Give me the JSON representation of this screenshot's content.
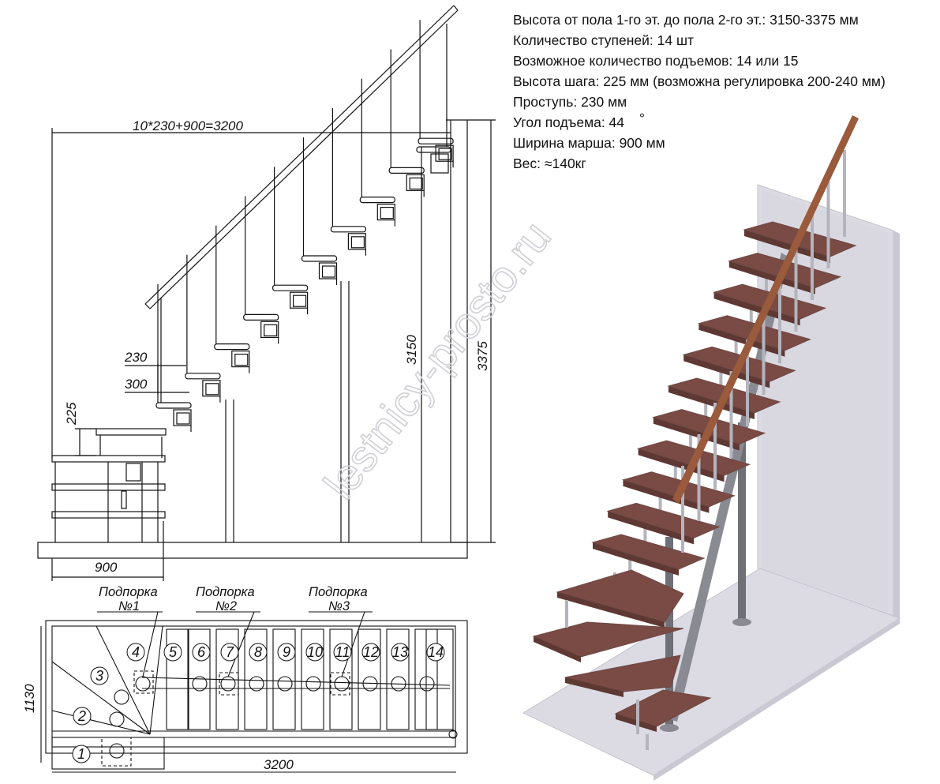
{
  "specs": {
    "height": "Высота от пола 1-го эт. до пола 2-го эт.: 3150-3375 мм",
    "steps": "Количество ступеней: 14 шт",
    "rises": "Возможное количество подъемов: 14 или 15",
    "step_height": "Высота шага: 225 мм (возможна регулировка 200-240 мм)",
    "tread": "Проступь: 230 мм",
    "angle": "Угол подъема: 44",
    "angle_degree": "°",
    "width": "Ширина марша: 900 мм",
    "weight": "Вес: ≈140кг"
  },
  "elevation": {
    "total_formula": "10*230+900=3200",
    "dim_230": "230",
    "dim_300": "300",
    "dim_225": "225",
    "dim_900": "900",
    "dim_3150": "3150",
    "dim_3375": "3375"
  },
  "plan": {
    "supports": [
      {
        "title": "Подпорка",
        "number": "№1"
      },
      {
        "title": "Подпорка",
        "number": "№2"
      },
      {
        "title": "Подпорка",
        "number": "№3"
      }
    ],
    "step_numbers": [
      "1",
      "2",
      "3",
      "4",
      "5",
      "6",
      "7",
      "8",
      "9",
      "10",
      "11",
      "12",
      "13",
      "14"
    ],
    "dim_3200": "3200",
    "dim_1130": "1130"
  },
  "watermark": "lestnicy-prosto.ru",
  "colors": {
    "line": "#111111",
    "tread": "#7a4a44",
    "tread_dark": "#5e3833",
    "tread_edge": "#6e4944",
    "wall": "#dcdbe4",
    "wall_side": "#c9c8d3",
    "metal": "#b4b4bc",
    "metal_dark": "#6f6f78",
    "handrail": "#9a5a3c",
    "watermark": "#cfcfd6"
  }
}
